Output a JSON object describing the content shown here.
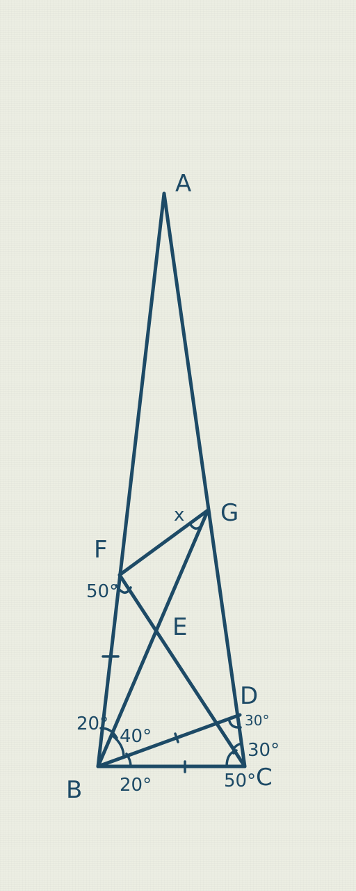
{
  "points": {
    "A": "A",
    "B": "B",
    "C": "C",
    "D": "D",
    "E": "E",
    "F": "F",
    "G": "G"
  },
  "angles": {
    "angle_x": "x",
    "angle_50_at_F": "50°",
    "angle_20_at_B_upper": "20°",
    "angle_40_at_B": "40°",
    "angle_20_at_B_lower": "20°",
    "angle_50_at_C": "50°",
    "angle_30_at_C": "30°",
    "angle_30_at_D": "30°"
  },
  "colors": {
    "ink": "#1d4a66",
    "paper": "#eceee3"
  }
}
